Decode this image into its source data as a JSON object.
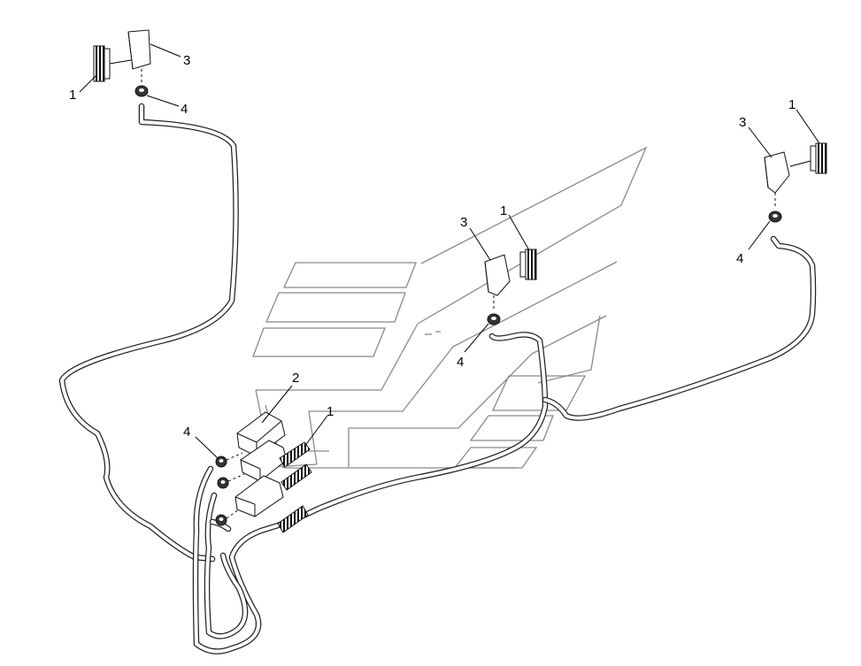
{
  "labels": {
    "connector": "1",
    "module": "2",
    "cover": "3",
    "grommet": "4"
  },
  "colors": {
    "line": "#222222",
    "cab_outline": "#8a8a8a",
    "background": "#ffffff"
  }
}
